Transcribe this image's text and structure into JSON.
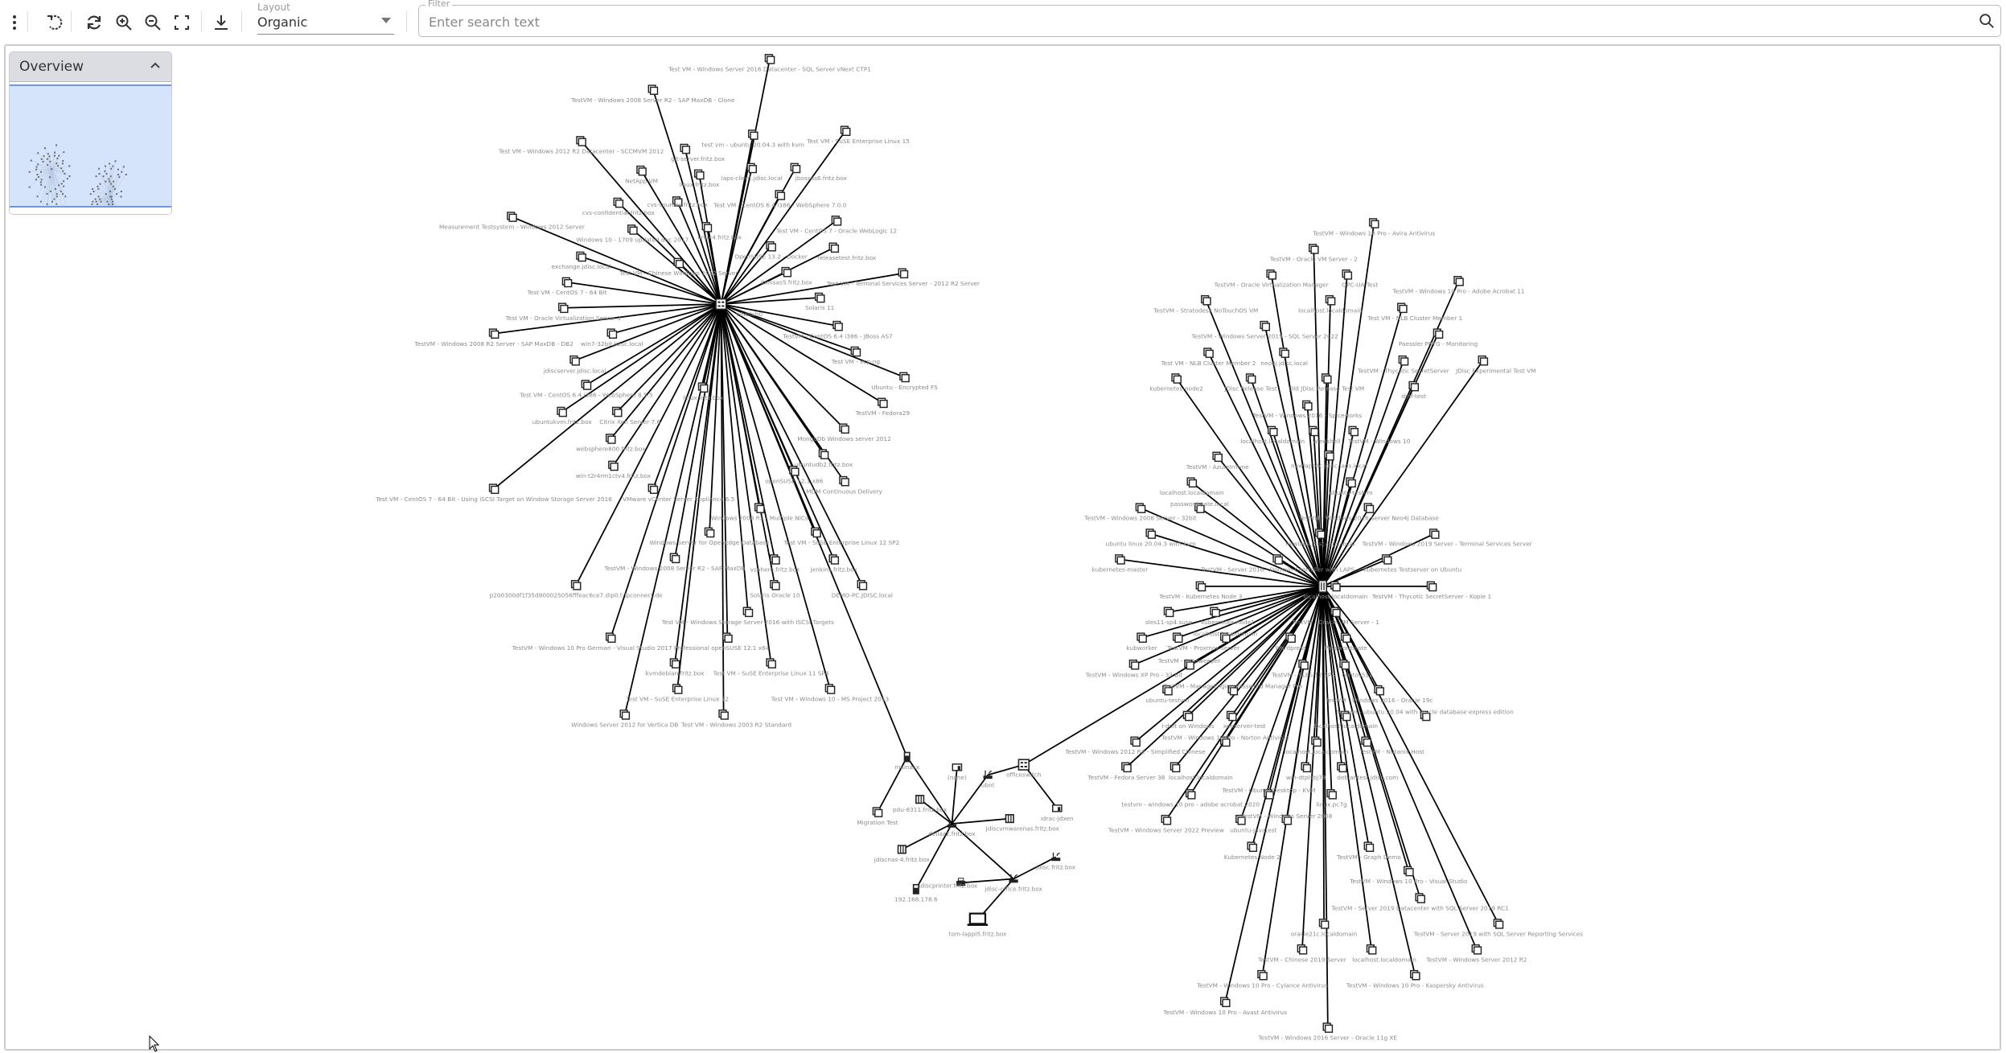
{
  "toolbar": {
    "layout_label": "Layout",
    "layout_value": "Organic",
    "filter_label": "Filter",
    "filter_placeholder": "Enter search text"
  },
  "overview": {
    "title": "Overview"
  },
  "graph": {
    "left_hub": {
      "label": "vSwitch0"
    },
    "left_nodes": [
      "Test VM - Windows Server 2016 Datacenter - SQL Server vNext CTP1",
      "TestVM - Windows 2008 Server R2 - SAP MaxDB - Clone",
      "Test VM - Windows 2012 R2 Datacenter - SCCMVM 2012",
      "git-server.fritz.box",
      "test vm - ubuntu 20.04.3 with kvm",
      "Test VM - SuSE Enterprise Linux 15",
      "laps-client.jdisc.local",
      "jbossas6.fritz.box",
      "NetApp VM",
      "linux.fritz.box",
      "Test VM - CentOS 6.4 i386 - WebSphere 7.0.0",
      "cvs-confidential.fritz.box",
      "cvs-sources.fritz.box",
      "Measurement Testsystem - Windows 2012 Server",
      "Test VM - CentOS 7 - Oracle WebLogic 12",
      "Windows 10 - 1709 updated dec 2017",
      "linux4.fritz.box",
      "OpenSUSE 13.2 - Docker",
      "releasetest.fritz.box",
      "exchange.jdisc.local",
      "Test VM - Chinese Windows 2012 Server",
      "jbossas5.fritz.box",
      "Test VM - Terminal Services Server - 2012 R2 Server",
      "Test VM - CentOS 7 - 64 Bit",
      "Solaris 11",
      "Test VM - Oracle Virtualization Server 3",
      "TestVM - CentOS 6.4 i386 - JBoss AS7",
      "TestVM - Windows 2008 R2 Server - SAP MaxDB - DB2",
      "win7-32bit.jdisc.local",
      "Test VM - xcp-ng",
      "jdiscserver.jdisc.local",
      "Ubuntu - Encrypted FS",
      "Test VM - CentOS 6.4 i386 - WebSphere 8.5.5",
      "linux.fritz.box",
      "TestVM - Fedora29",
      "ubuntukvm.fritz.box",
      "Citrix Xen Server 7.6",
      "MongoDb Windows server 2012",
      "websphere800.fritz.box",
      "ubuntudb2.fritz.box",
      "win-t2r4rm1ctv4.fritz.box",
      "openSUSE 12.1 x86",
      "MDM Continuous Delivery",
      "Test VM - CentOS 7 - 64 Bit - Using iSCSI Target on Window Storage Server 2016",
      "VMware vCenter Server Appliance 6.5",
      "Windows 2008 R2 - Multiple NICs",
      "Windows Server for OpenEdge Database",
      "Test VM - SuSE Enterprise Linux 12 SP2",
      "vsphere.fritz.box",
      "jenkins.fritz.box",
      "TestVM - Windows 2008 Server R2 - SAP MaxDB",
      "p200300df1f35d800025056fffeac6ce7.dip0.t-ipconnect.de",
      "Solaris Oracle 10",
      "DEMO-PC.JDISC.local",
      "Test VM - Windows Storage Server 2016 with iSCSI Targets",
      "TestVM - Windows 10 Pro German - Visual Studio 2017 Professional",
      "openSUSE 12.1 x64",
      "kvmdebian.fritz.box",
      "Test VM - SuSE Enterprise Linux 11 SP4",
      "Test VM - SuSE Enterprise Linux 12",
      "Test VM - Windows 10 - MS Project 2013",
      "Windows Server 2012 for Vertica DB",
      "Test VM - Windows 2003 R2 Standard"
    ],
    "right_nodes": [
      "TestVM - Windows 10 Pro - Avira Antivirus",
      "TestVM - Oracle VM Server - 2",
      "TestVM - Oracle Virtualization Manager",
      "OPC-UA Test",
      "TestVM - Windows 10 Pro - Adobe Acrobat 11",
      "TestVM - Stratodesk NoTouchOS VM",
      "localhost.localdomain",
      "Test VM - NLB Cluster Member 1",
      "TestVM - Windows Server 2019 - SQL Server 2022",
      "Paessler PRTG - Monitoring",
      "Test VM - NLB Cluster Member 2",
      "neo4j.jdisc.local",
      "TestVM - Thycotic SecretServer",
      "JDisc Experimental Test VM",
      "kubernetes-node2",
      "JDisc Release Test",
      "Old JDisc Release Test VM",
      "dmf-test",
      "TestVM - Windows 2016 - Spiceworks",
      "localhost.localdomain",
      "windshell",
      "TestVM - Windows 10",
      "TestVM - AzureInTune",
      "newlapsdc.jdisc-laps.local",
      "localhost.localdomain",
      "ubuntu-testvm",
      "TestVM - Windows 2008 Server - 32bit",
      "passwordstate.local",
      "TestVM - Windows 2016 Server Neo4j Database",
      "ubuntu linux 20.04.3 with kvm",
      "newlaps.jdisc-laps.local",
      "TestVM - Windows 2019 Server - Terminal Services Server",
      "kubernetes-master",
      "TestVM - Server 2016 - Domain Controller with LAPS",
      "Kubernetes Testserver on Ubuntu",
      "TestVM - Kubernetes Node 3",
      "localhost.localdomain",
      "TestVM - Thycotic SecretServer - Kopie 1",
      "sles11-sp4.suse",
      "kubernetes-node1",
      "TestVM - Oracle VM Server - 1",
      "kubworker",
      "TestVM - Proxmox server",
      "localhost.localdomain",
      "Wordpress",
      "Passwordstate",
      "TestVM - Windows XP Pro - 32 Bit",
      "TestVM - Lansweeper",
      "TestVM - SLES 12 SP5",
      "centos511",
      "ubuntu-testvm",
      "TestVM - ManageEngine Password Manager Pro",
      "TestVM - Windows 2016 - Oracle 19c",
      "i-doit on Windows",
      "xenserver-test",
      "localhost.localdomain",
      "testvm - ubuntu 20.04 with oracle database express edition",
      "TestVM - Windows 2012 R2 - Simplified Chinese",
      "TestVM - Windows 10 Pro - Norton Antivirus",
      "localhost.localdomain",
      "TestVM - Nutanix Host",
      "TestVM - Fedora Server 38",
      "localhost.localdomain",
      "win-dtplsbj79",
      "debiantest.jdisc.com",
      "testvm - windows 10 pro - adobe acrobat 2020",
      "TestVM - Ubuntu Desktop - KVM",
      "linux.pc7g",
      "TestVM - Windows Server 2022 Preview",
      "ubuntu-javatest",
      "TestVM - Windows Server 2008",
      "Kubernetes Node 2",
      "TestVM - Graph Demo",
      "TestVM - Windows 10 Pro - Visual Studio",
      "TestVM - Server 2019 Datacenter with SQL Server 2019 RC1",
      "oracle21c.localdomain",
      "TestVM - Server 2019 with SQL Server Reporting Services",
      "TestVM - Chinese 2019 Server",
      "localhost.localdomain",
      "TestVM - Windows Server 2012 R2",
      "TestVM - Windows 10 Pro - Cylance Antivirus",
      "TestVM - Windows 10 Pro - Kaspersky Antivirus",
      "TestVM - Windows 10 Pro - Avast Antivirus",
      "TestVM - Windows 2016 Server - Oracle 11g XE"
    ],
    "local_nodes": [
      {
        "label": "mainasx",
        "icon": "server"
      },
      {
        "label": "dellaz2.fritz.box",
        "icon": "router"
      },
      {
        "label": "Migration Test",
        "icon": "vm"
      },
      {
        "label": "(none)",
        "icon": "storage"
      },
      {
        "label": "ubnt",
        "icon": "router"
      },
      {
        "label": "officeswitch",
        "icon": "switch"
      },
      {
        "label": "idrac-jdxen",
        "icon": "storage"
      },
      {
        "label": "pdu-8311.fritz.box",
        "icon": "pdu"
      },
      {
        "label": "jdiscvmwarenas.fritz.box",
        "icon": "nas"
      },
      {
        "label": "jdiscnas-4.fritz.box",
        "icon": "nas"
      },
      {
        "label": "192.168.178.6",
        "icon": "server"
      },
      {
        "label": "jdisc-office.fritz.box",
        "icon": "router"
      },
      {
        "label": "jdisc.fritz.box",
        "icon": "router"
      },
      {
        "label": "jdiscprinter.fritz.box",
        "icon": "printer"
      },
      {
        "label": "tom-lappi5.fritz.box",
        "icon": "laptop"
      }
    ]
  }
}
